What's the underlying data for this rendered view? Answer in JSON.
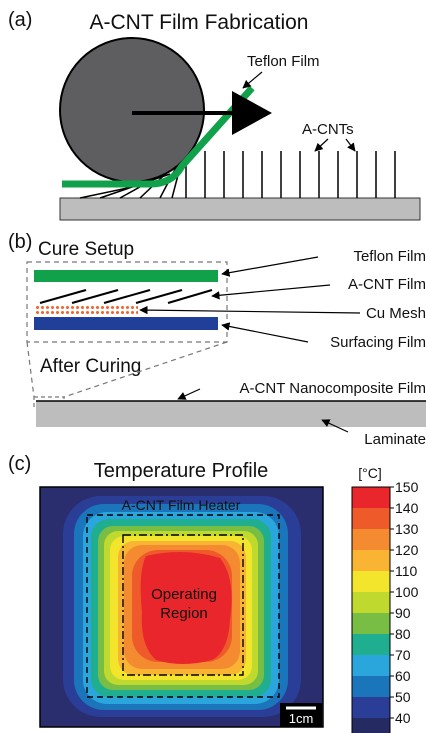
{
  "panel_a": {
    "label": "(a)",
    "title": "A-CNT Film Fabrication",
    "teflon_label": "Teflon Film",
    "acnt_label": "A-CNTs"
  },
  "panel_b": {
    "label": "(b)",
    "cure_title": "Cure Setup",
    "after_title": "After Curing",
    "teflon_label": "Teflon Film",
    "acnt_film_label": "A-CNT Film",
    "cu_mesh_label": "Cu Mesh",
    "surfacing_label": "Surfacing Film",
    "nano_label": "A-CNT Nanocomposite Film",
    "laminate_label": "Laminate"
  },
  "panel_c": {
    "label": "(c)",
    "title": "Temperature Profile",
    "heater_label": "A-CNT Film Heater",
    "operating_line1": "Operating",
    "operating_line2": "Region",
    "scale_label": "1cm",
    "colorbar_unit": "[°C]",
    "colorbar_ticks": [
      "150",
      "140",
      "130",
      "120",
      "110",
      "100",
      "90",
      "80",
      "70",
      "60",
      "50",
      "40"
    ],
    "colorbar_colors": [
      "#e8262b",
      "#ee5a2a",
      "#f58b31",
      "#f8b432",
      "#f3e52b",
      "#bfd92f",
      "#78bd44",
      "#1fae8f",
      "#2aa6dc",
      "#1b75bb",
      "#2a3e98",
      "#262a63"
    ]
  },
  "colors": {
    "teflon_green": "#10a14a",
    "surfacing_blue": "#1f3f99",
    "cu_orange": "#f0642d",
    "laminate_gray": "#bdbdbd",
    "roller_gray": "#5e5e60"
  }
}
